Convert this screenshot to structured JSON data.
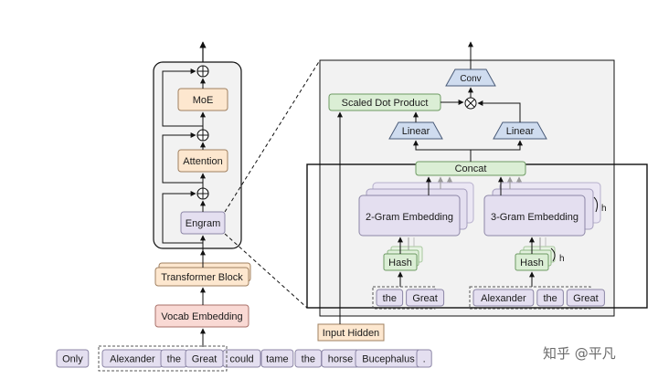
{
  "colors": {
    "token_fill": "#e4dff0",
    "token_stroke": "#8c86a6",
    "orange_fill": "#fde7cf",
    "orange_stroke": "#a08060",
    "red_fill": "#f9d9d4",
    "red_stroke": "#a87068",
    "green_fill": "#dbeed5",
    "green_stroke": "#6d9a63",
    "blue_fill": "#cfdcef",
    "blue_stroke": "#4a5b78",
    "panel_fill": "#f2f2f2",
    "ink": "#111111"
  },
  "input_sentence": [
    "Only",
    "Alexander",
    "the",
    "Great",
    "could",
    "tame",
    "the",
    "horse",
    "Bucephalus",
    "."
  ],
  "left_stack": {
    "vocab_embedding": "Vocab Embedding",
    "transformer_block": "Transformer Block",
    "engram": "Engram",
    "attention": "Attention",
    "moe": "MoE",
    "plus_symbol": "+"
  },
  "engram_detail": {
    "conv": "Conv",
    "scaled_dot_product": "Scaled Dot Product",
    "multiply_symbol": "×",
    "linear_left": "Linear",
    "linear_right": "Linear",
    "concat": "Concat",
    "two_gram_embedding": "2-Gram Embedding",
    "three_gram_embedding": "3-Gram Embedding",
    "hash_left": "Hash",
    "hash_right": "Hash",
    "heads_label": "h",
    "two_gram_tokens": [
      "the",
      "Great"
    ],
    "three_gram_tokens": [
      "Alexander",
      "the",
      "Great"
    ],
    "input_hidden": "Input Hidden"
  },
  "watermark": "知乎 @平凡"
}
